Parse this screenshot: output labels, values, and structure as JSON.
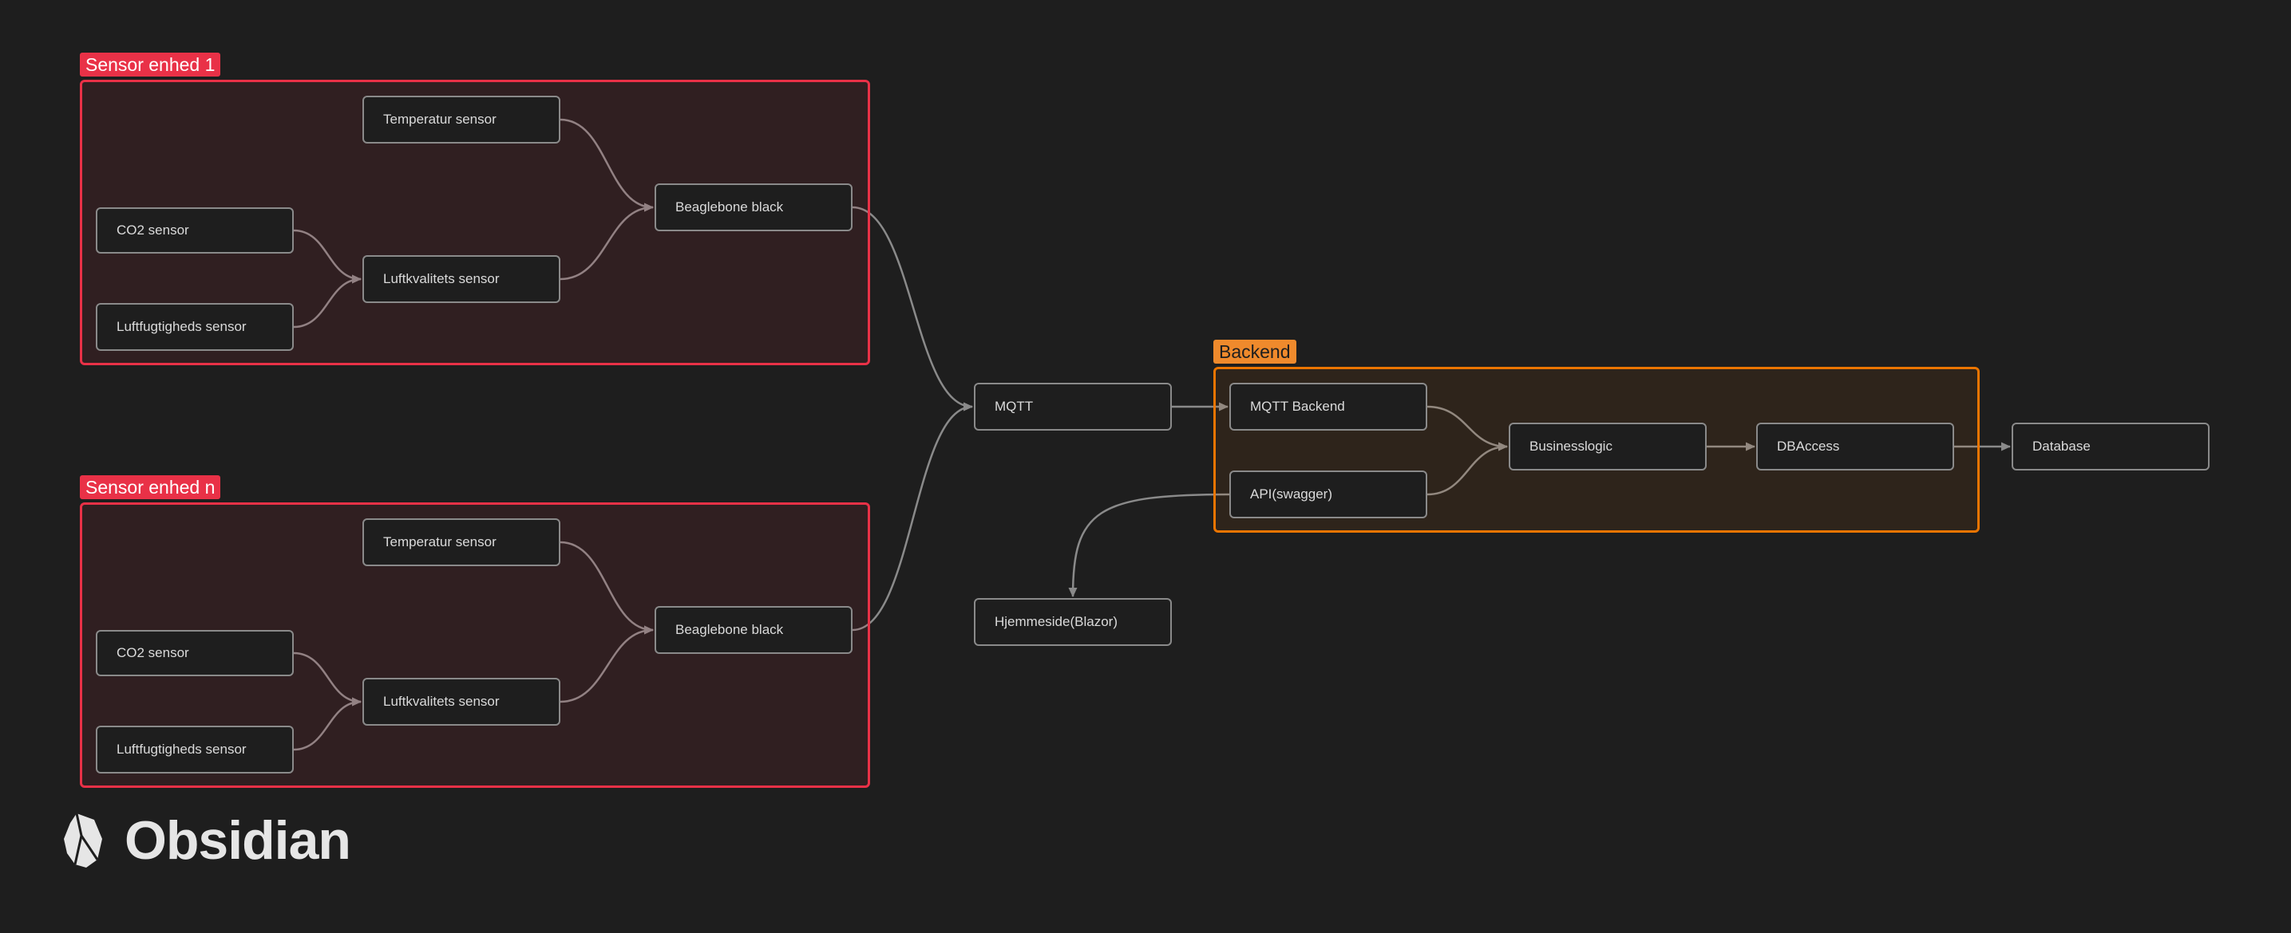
{
  "groups": [
    {
      "id": "g1",
      "label": "Sensor enhed 1",
      "color": "red"
    },
    {
      "id": "gn",
      "label": "Sensor enhed n",
      "color": "red"
    },
    {
      "id": "gb",
      "label": "Backend",
      "color": "orange"
    }
  ],
  "nodes": [
    {
      "id": "t1",
      "label": "Temperatur sensor"
    },
    {
      "id": "c1",
      "label": "CO2 sensor"
    },
    {
      "id": "l1",
      "label": "Luftkvalitets sensor"
    },
    {
      "id": "f1",
      "label": "Luftfugtigheds sensor"
    },
    {
      "id": "b1",
      "label": "Beaglebone black"
    },
    {
      "id": "t2",
      "label": "Temperatur sensor"
    },
    {
      "id": "c2",
      "label": "CO2 sensor"
    },
    {
      "id": "l2",
      "label": "Luftkvalitets sensor"
    },
    {
      "id": "f2",
      "label": "Luftfugtigheds sensor"
    },
    {
      "id": "b2",
      "label": "Beaglebone black"
    },
    {
      "id": "mqtt",
      "label": "MQTT"
    },
    {
      "id": "hj",
      "label": "Hjemmeside(Blazor)"
    },
    {
      "id": "mb",
      "label": "MQTT Backend"
    },
    {
      "id": "api",
      "label": "API(swagger)"
    },
    {
      "id": "bl",
      "label": "Businesslogic"
    },
    {
      "id": "dba",
      "label": "DBAccess"
    },
    {
      "id": "db",
      "label": "Database"
    }
  ],
  "edges": [
    {
      "from": "t1",
      "to": "b1"
    },
    {
      "from": "l1",
      "to": "b1"
    },
    {
      "from": "c1",
      "to": "l1"
    },
    {
      "from": "f1",
      "to": "l1"
    },
    {
      "from": "t2",
      "to": "b2"
    },
    {
      "from": "l2",
      "to": "b2"
    },
    {
      "from": "c2",
      "to": "l2"
    },
    {
      "from": "f2",
      "to": "l2"
    },
    {
      "from": "b1",
      "to": "mqtt"
    },
    {
      "from": "b2",
      "to": "mqtt"
    },
    {
      "from": "mqtt",
      "to": "mb"
    },
    {
      "from": "mb",
      "to": "bl"
    },
    {
      "from": "api",
      "to": "bl"
    },
    {
      "from": "bl",
      "to": "dba"
    },
    {
      "from": "dba",
      "to": "db"
    },
    {
      "from": "api",
      "to": "hj"
    }
  ],
  "logo": {
    "text": "Obsidian",
    "icon": "obsidian-logo-icon"
  },
  "colors": {
    "background": "#1e1e1e",
    "red": "#e93147",
    "orange": "#ec7500",
    "node_border": "#8a8a8a",
    "edge": "#8a8a8a",
    "text": "#dadada"
  }
}
